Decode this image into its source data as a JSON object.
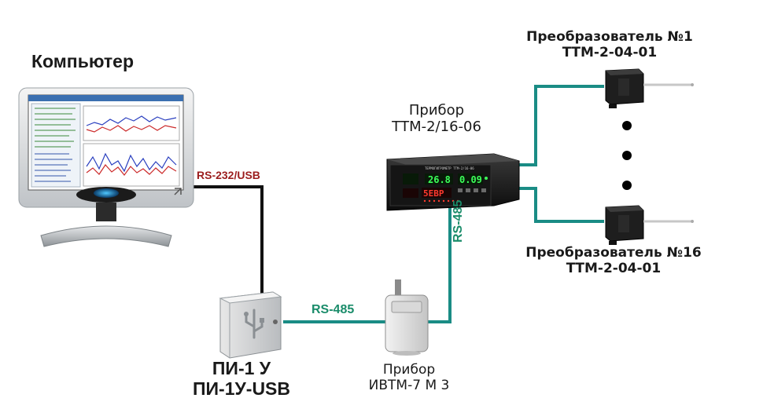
{
  "labels": {
    "computer": "Компьютер",
    "device_line1": "Прибор",
    "device_line2": "ТТМ-2/16-06",
    "converter1_line1": "Преобразователь №1",
    "converter1_line2": "ТТМ-2-04-01",
    "converter16_line1": "Преобразователь №16",
    "converter16_line2": "ТТМ-2-04-01",
    "pi_line1": "ПИ-1 У",
    "pi_line2": "ПИ-1У-USB",
    "ivtm_line1": "Прибор",
    "ivtm_line2": "ИВТМ-7 М 3"
  },
  "links": {
    "computer_to_pi": "RS-232/USB",
    "pi_to_ivtm": "RS-485",
    "ivtm_to_device": "RS-485"
  },
  "device_display": {
    "top_value": "26.8",
    "top_value2": "0.09",
    "bottom_value": "5EBP"
  },
  "colors": {
    "rs232_line": "#111111",
    "rs485_line": "#1a8c85",
    "rs232_label": "#9b1d1d",
    "rs485_label": "#1a8c6a",
    "display_green": "#3cff5a",
    "display_red": "#ff3b2f"
  },
  "icons": [
    "monitor-icon",
    "usb-icon",
    "converter-icon",
    "sensor-probe-icon"
  ]
}
